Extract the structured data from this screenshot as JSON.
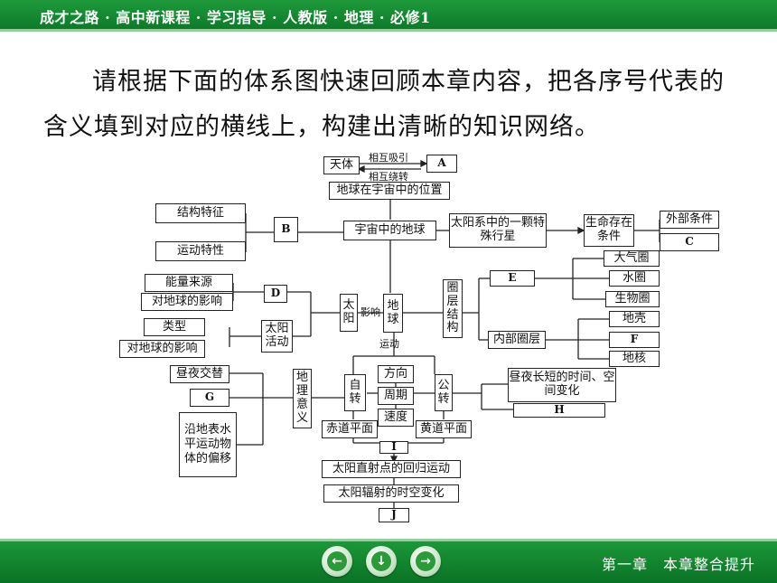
{
  "header": {
    "title": "成才之路 · 高中新课程  · 学习指导 · 人教版 · 地理 · 必修1"
  },
  "intro_text": "请根据下面的体系图快速回顾本章内容，把各序号代表的含义填到对应的横线上，构建出清晰的知识网络。",
  "diagram": {
    "tianti": "天体",
    "xianghu_xiyin": "相互吸引",
    "xianghu_raozhuan": "相互绕转",
    "A": "A",
    "position": "地球在宇宙中的位置",
    "jiegou_tezheng": "结构特征",
    "yundong_texing": "运动特性",
    "B": "B",
    "earth_in_universe": "宇宙中的地球",
    "special_planet": "太阳系中的一颗特殊行星",
    "life_conditions": "生命存在条件",
    "external_conditions": "外部条件",
    "C": "C",
    "energy_source": "能量来源",
    "impact_on_earth_1": "对地球的影响",
    "D": "D",
    "types": "类型",
    "impact_on_earth_2": "对地球的影响",
    "solar_activity": "太阳活动",
    "sun": "太阳",
    "influence": "影响",
    "earth": "地球",
    "motion": "运动",
    "sphere_structure": "圈层结构",
    "E": "E",
    "atmosphere": "大气圈",
    "hydrosphere": "水圈",
    "biosphere": "生物圈",
    "inner_sphere": "内部圈层",
    "crust": "地壳",
    "F": "F",
    "core": "地核",
    "day_night": "昼夜交替",
    "G": "G",
    "deflection": "沿地表水平运动物体的偏移",
    "geo_meaning": "地理意义",
    "rotation": "自转",
    "direction": "方向",
    "period": "周期",
    "speed": "速度",
    "revolution": "公转",
    "day_length_change": "昼夜长短的时间、空间变化",
    "H": "H",
    "equator_plane": "赤道平面",
    "ecliptic_plane": "黄道平面",
    "I": "I",
    "direct_point": "太阳直射点的回归运动",
    "radiation_change": "太阳辐射的时空变化",
    "J": "J"
  },
  "footer": {
    "chapter": "第一章　本章整合提升",
    "nav": {
      "prev": "←",
      "down": "↓",
      "next": "→"
    }
  }
}
